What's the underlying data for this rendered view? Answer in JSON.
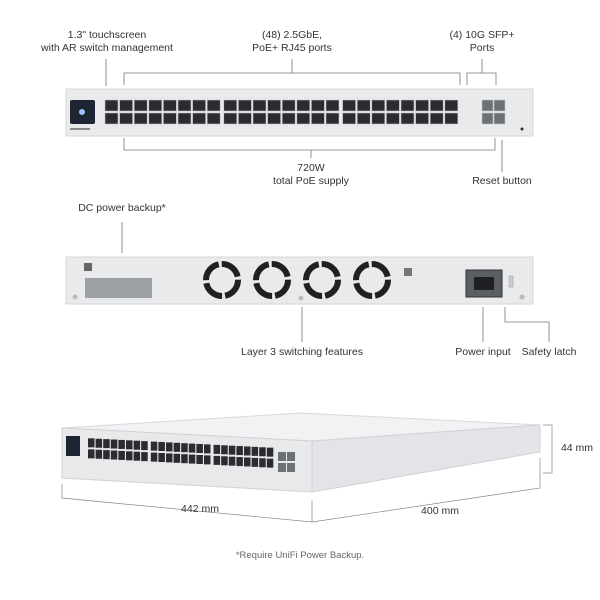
{
  "front": {
    "touchscreen": [
      "1.3\" touchscreen",
      "with AR switch management"
    ],
    "rj45": [
      "(48) 2.5GbE,",
      "PoE+ RJ45 ports"
    ],
    "sfp": [
      "(4) 10G SFP+",
      "Ports"
    ],
    "poe": [
      "720W",
      "total PoE supply"
    ],
    "reset": "Reset button",
    "rj45_port_count": 48,
    "sfp_port_count": 4
  },
  "rear": {
    "dc_backup": "DC power backup*",
    "layer3": "Layer 3 switching features",
    "power_input": "Power input",
    "safety_latch": "Safety latch",
    "fan_count": 4
  },
  "dimensions": {
    "width": "442 mm",
    "depth": "400 mm",
    "height": "44 mm"
  },
  "footnote": "*Require UniFi Power Backup."
}
